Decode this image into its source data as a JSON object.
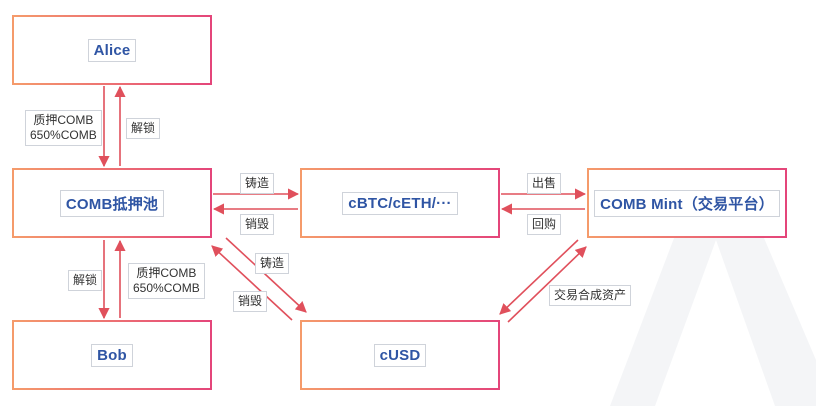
{
  "nodes": {
    "alice": "Alice",
    "pool": "COMB抵押池",
    "bob": "Bob",
    "ctokens": "cBTC/cETH/···",
    "cusd": "cUSD",
    "mint": "COMB Mint（交易平台）"
  },
  "edge_labels": {
    "alice_to_pool_line1": "质押COMB",
    "alice_to_pool_line2": "650%COMB",
    "pool_to_alice": "解锁",
    "pool_to_bob": "解锁",
    "bob_to_pool_line1": "质押COMB",
    "bob_to_pool_line2": "650%COMB",
    "pool_to_ctokens": "铸造",
    "ctokens_to_pool": "销毁",
    "pool_to_cusd": "铸造",
    "cusd_to_pool": "销毁",
    "ctokens_to_mint": "出售",
    "mint_to_ctokens": "回购",
    "cusd_mint": "交易合成资产"
  },
  "colors": {
    "arrow": "#e0505c",
    "node_text": "#2f55a4",
    "border_start": "#f59b6b",
    "border_end": "#e4457a",
    "label_border": "#cfd3da"
  }
}
